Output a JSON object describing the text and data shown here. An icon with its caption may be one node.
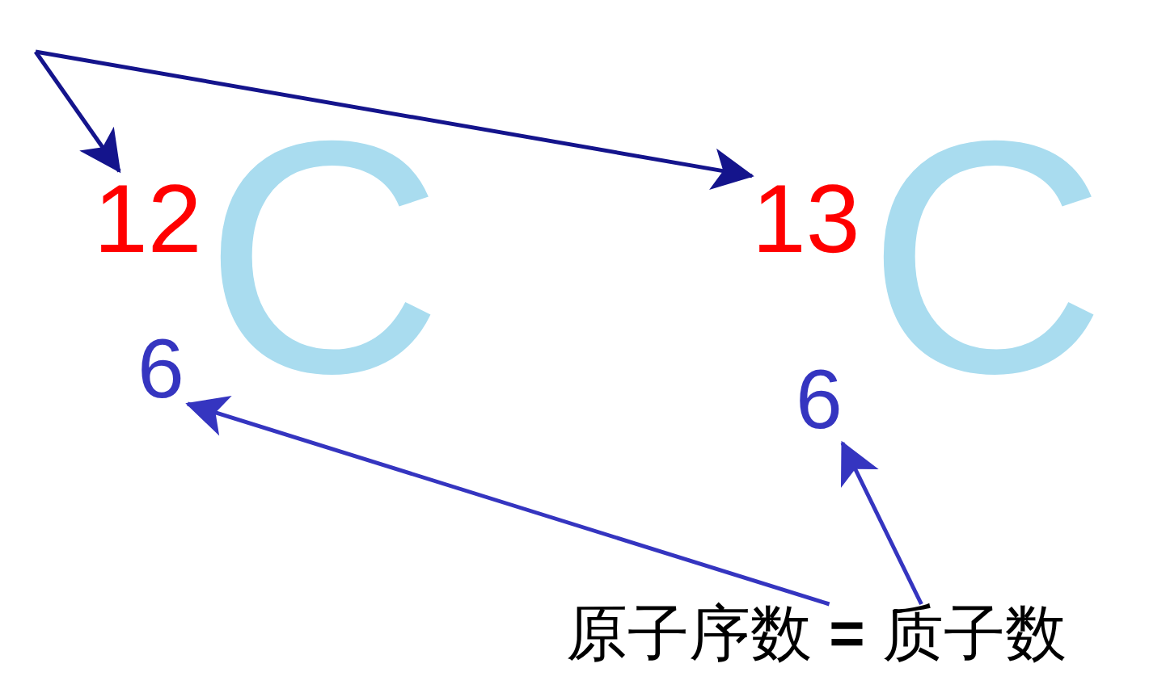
{
  "diagram": {
    "nodes": [
      {
        "text": [
          "12"
        ]
      },
      {
        "text": [
          "C"
        ]
      },
      {
        "text": [
          "6"
        ]
      },
      {
        "text": [
          "13"
        ]
      },
      {
        "text": [
          "C"
        ]
      },
      {
        "text": [
          "6"
        ]
      },
      {
        "text": [
          "原子序数 **=** 质子数"
        ]
      }
    ],
    "edges": [
      {
        "from": null,
        "to": 0,
        "arrow": "to"
      },
      {
        "from": null,
        "to": 3,
        "arrow": "to"
      },
      {
        "from": 6,
        "to": 2,
        "arrow": "to",
        "color": "#3535c0"
      },
      {
        "from": 6,
        "to": 5,
        "arrow": "to",
        "color": "#3535c0"
      }
    ]
  }
}
